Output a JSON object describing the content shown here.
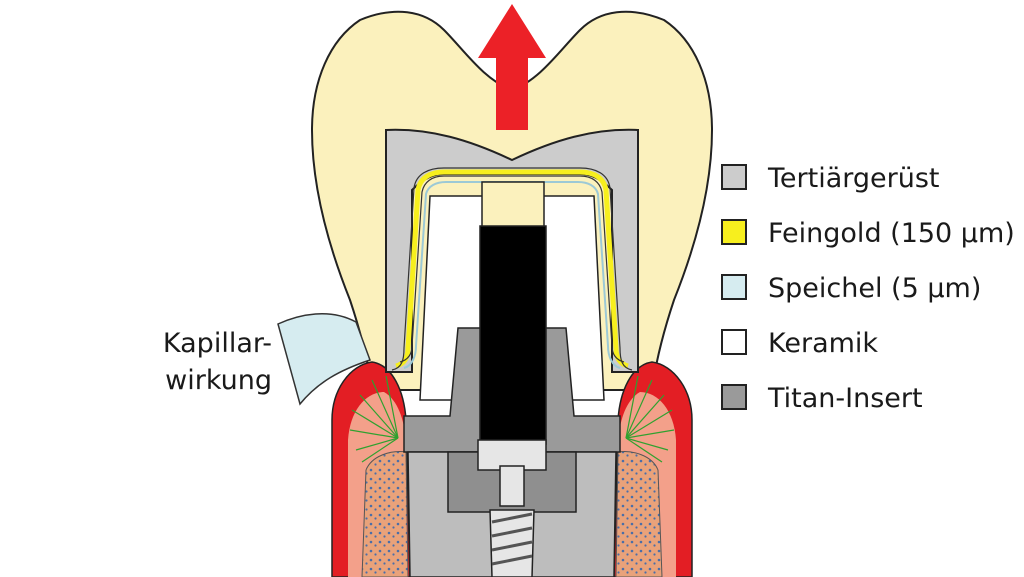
{
  "annotation": {
    "line1": "Kapillar-",
    "line2": "wirkung"
  },
  "legend": [
    {
      "label": "Tertiärgerüst",
      "color": "#cccccc",
      "icon": "tertiary-structure-swatch"
    },
    {
      "label": "Feingold (150 µm)",
      "color": "#f7ef1e",
      "icon": "gold-foil-swatch"
    },
    {
      "label": "Speichel (5 µm)",
      "color": "#d6ecf0",
      "icon": "saliva-swatch"
    },
    {
      "label": "Keramik",
      "color": "#ffffff",
      "icon": "ceramic-swatch"
    },
    {
      "label": "Titan-Insert",
      "color": "#9a9a9a",
      "icon": "titanium-insert-swatch"
    }
  ],
  "colors": {
    "crown": "#fbf1bd",
    "gum": "#e31e24",
    "gum_inner": "#f3a08a",
    "bone": "#e9a27a",
    "fibers": "#2fa12f",
    "arrow": "#ec2127",
    "screw": "#e6e6e6",
    "black_core": "#000000"
  }
}
